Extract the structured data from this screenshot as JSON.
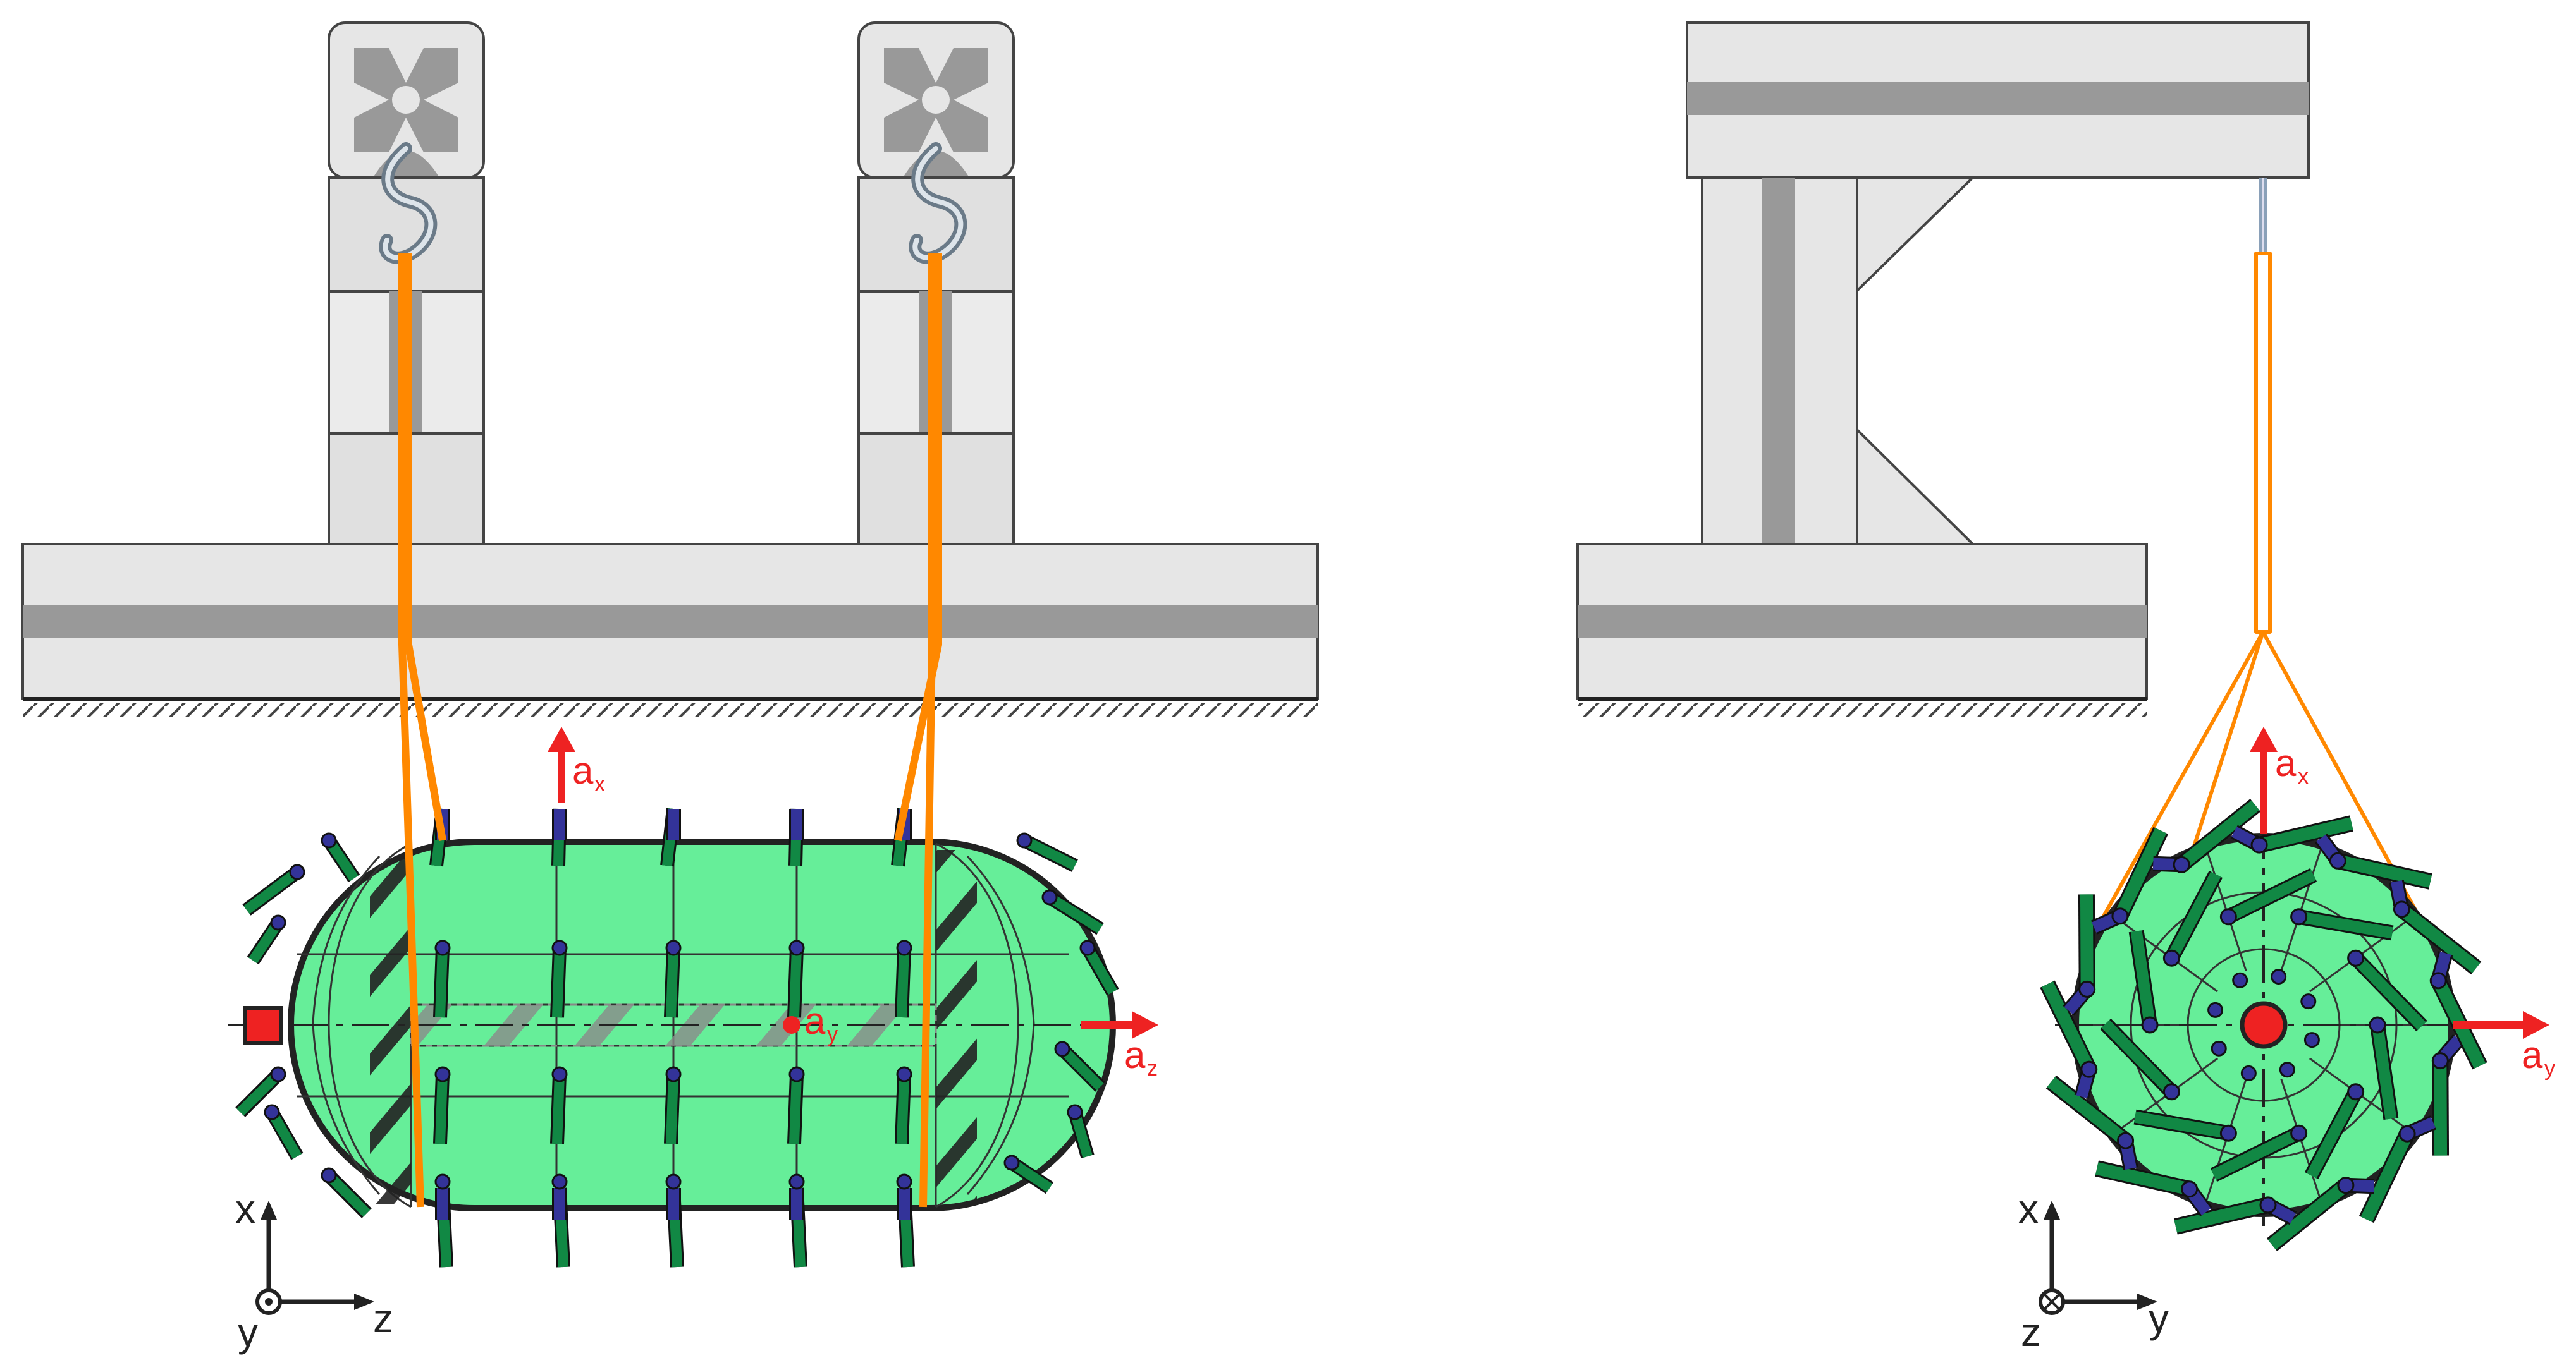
{
  "left_view": {
    "labels": {
      "ax_main": "a",
      "ax_sub": "x",
      "ay_main": "a",
      "ay_sub": "y",
      "az_main": "a",
      "az_sub": "z"
    },
    "axes": {
      "vertical": "x",
      "horizontal": "z",
      "origin": "y"
    }
  },
  "right_view": {
    "labels": {
      "ax_main": "a",
      "ax_sub": "x",
      "ay_main": "a",
      "ay_sub": "y"
    },
    "axes": {
      "vertical": "x",
      "horizontal": "y",
      "origin": "z"
    }
  },
  "colors": {
    "frame_light": "#e6e6e6",
    "frame_dark": "#999999",
    "frame_stroke": "#444444",
    "body_green": "#66ee99",
    "sensor_green": "#118844",
    "sensor_blue": "#333399",
    "sling_orange": "#ff8800",
    "accent_red": "#ee2222"
  }
}
